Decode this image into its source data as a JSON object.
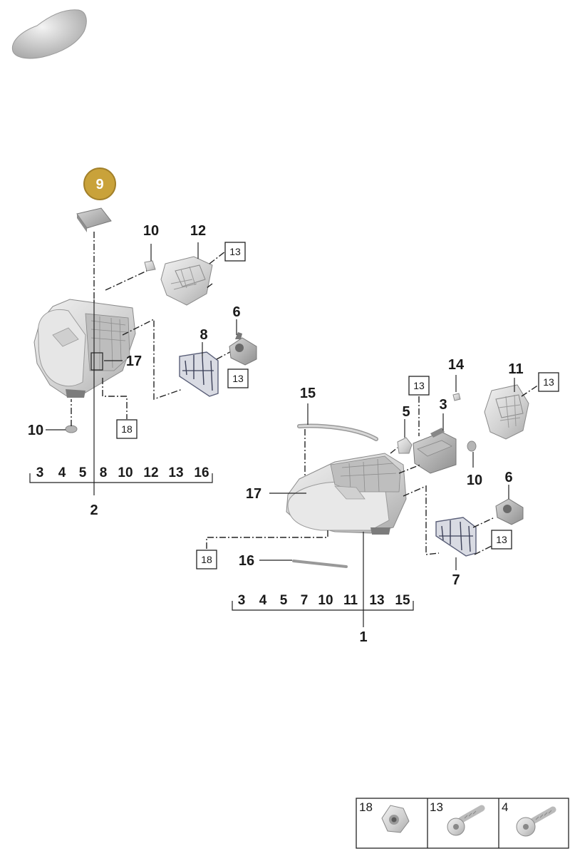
{
  "badge": {
    "label": "9",
    "color": "#c9a23a"
  },
  "left_assembly": {
    "callouts": {
      "c10a": "10",
      "c12": "12",
      "c6": "6",
      "c8": "8",
      "c17": "17",
      "c10b": "10",
      "c2": "2"
    },
    "boxes": {
      "b13a": "13",
      "b13b": "13",
      "b18": "18"
    },
    "range": [
      "3",
      "4",
      "5",
      "8",
      "10",
      "12",
      "13",
      "16"
    ]
  },
  "right_assembly": {
    "callouts": {
      "c14": "14",
      "c11": "11",
      "c15": "15",
      "c5": "5",
      "c3": "3",
      "c10": "10",
      "c6": "6",
      "c17": "17",
      "c16": "16",
      "c7": "7",
      "c1": "1"
    },
    "boxes": {
      "b13a": "13",
      "b13b": "13",
      "b13c": "13",
      "b18": "18"
    },
    "range": [
      "3",
      "4",
      "5",
      "7",
      "10",
      "11",
      "13",
      "15"
    ]
  },
  "legend": [
    {
      "label": "18",
      "icon": "flange-nut-icon"
    },
    {
      "label": "13",
      "icon": "short-screw-icon"
    },
    {
      "label": "4",
      "icon": "long-screw-icon"
    }
  ]
}
